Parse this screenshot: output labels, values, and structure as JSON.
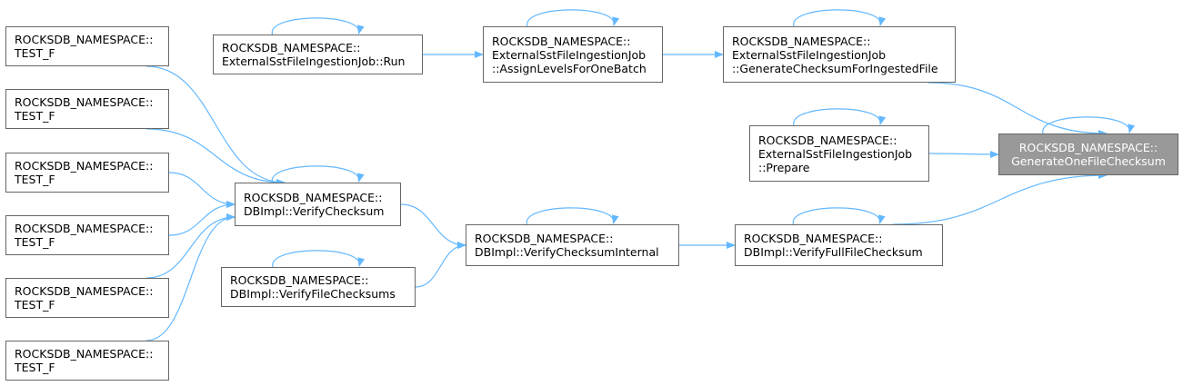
{
  "graph": {
    "colors": {
      "edge": "#63b8ff",
      "node_border": "#666666",
      "focus_fill": "#999999",
      "focus_text": "#ffffff"
    },
    "nodes": [
      {
        "id": "n_test1",
        "lines": [
          "ROCKSDB_NAMESPACE::",
          "TEST_F"
        ]
      },
      {
        "id": "n_test2",
        "lines": [
          "ROCKSDB_NAMESPACE::",
          "TEST_F"
        ]
      },
      {
        "id": "n_test3",
        "lines": [
          "ROCKSDB_NAMESPACE::",
          "TEST_F"
        ]
      },
      {
        "id": "n_test4",
        "lines": [
          "ROCKSDB_NAMESPACE::",
          "TEST_F"
        ]
      },
      {
        "id": "n_test5",
        "lines": [
          "ROCKSDB_NAMESPACE::",
          "TEST_F"
        ]
      },
      {
        "id": "n_test6",
        "lines": [
          "ROCKSDB_NAMESPACE::",
          "TEST_F"
        ]
      },
      {
        "id": "n_run",
        "lines": [
          "ROCKSDB_NAMESPACE::",
          "ExternalSstFileIngestionJob::Run"
        ]
      },
      {
        "id": "n_assign",
        "lines": [
          "ROCKSDB_NAMESPACE::",
          "ExternalSstFileIngestionJob",
          "::AssignLevelsForOneBatch"
        ]
      },
      {
        "id": "n_genchk",
        "lines": [
          "ROCKSDB_NAMESPACE::",
          "ExternalSstFileIngestionJob",
          "::GenerateChecksumForIngestedFile"
        ]
      },
      {
        "id": "n_prepare",
        "lines": [
          "ROCKSDB_NAMESPACE::",
          "ExternalSstFileIngestionJob",
          "::Prepare"
        ]
      },
      {
        "id": "n_verify",
        "lines": [
          "ROCKSDB_NAMESPACE::",
          "DBImpl::VerifyChecksum"
        ]
      },
      {
        "id": "n_verifyfiles",
        "lines": [
          "ROCKSDB_NAMESPACE::",
          "DBImpl::VerifyFileChecksums"
        ]
      },
      {
        "id": "n_internal",
        "lines": [
          "ROCKSDB_NAMESPACE::",
          "DBImpl::VerifyChecksumInternal"
        ]
      },
      {
        "id": "n_full",
        "lines": [
          "ROCKSDB_NAMESPACE::",
          "DBImpl::VerifyFullFileChecksum"
        ]
      },
      {
        "id": "n_focus",
        "lines": [
          "ROCKSDB_NAMESPACE::",
          "GenerateOneFileChecksum"
        ]
      }
    ],
    "edges": [
      {
        "from": "n_run",
        "to": "n_assign"
      },
      {
        "from": "n_assign",
        "to": "n_genchk"
      },
      {
        "from": "n_genchk",
        "to": "n_focus"
      },
      {
        "from": "n_prepare",
        "to": "n_focus"
      },
      {
        "from": "n_full",
        "to": "n_focus"
      },
      {
        "from": "n_internal",
        "to": "n_full"
      },
      {
        "from": "n_verify",
        "to": "n_internal"
      },
      {
        "from": "n_verifyfiles",
        "to": "n_internal"
      },
      {
        "from": "n_test1",
        "to": "n_verify"
      },
      {
        "from": "n_test2",
        "to": "n_verify"
      },
      {
        "from": "n_test3",
        "to": "n_verify"
      },
      {
        "from": "n_test4",
        "to": "n_verify"
      },
      {
        "from": "n_test5",
        "to": "n_verify"
      },
      {
        "from": "n_test6",
        "to": "n_verify"
      }
    ],
    "self_loops": [
      "n_run",
      "n_assign",
      "n_genchk",
      "n_prepare",
      "n_verify",
      "n_verifyfiles",
      "n_internal",
      "n_full",
      "n_focus"
    ]
  }
}
